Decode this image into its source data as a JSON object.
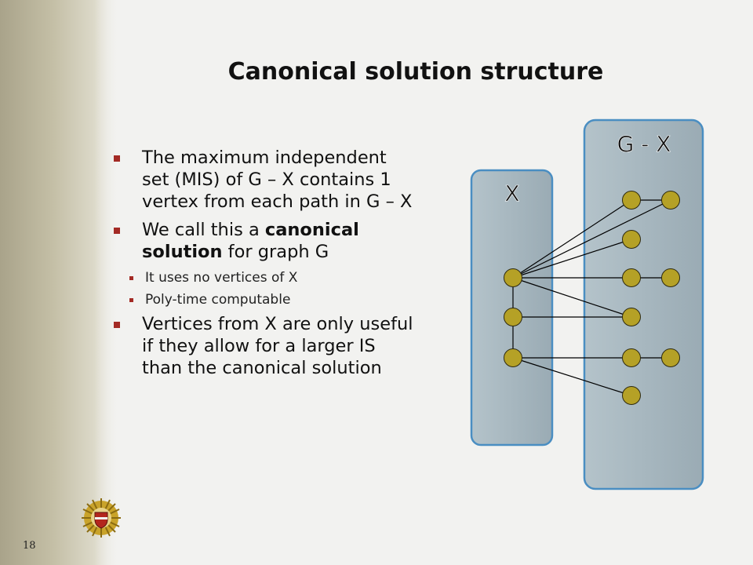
{
  "title": "Canonical solution structure",
  "bullets": {
    "b1": "The maximum independent set (MIS) of G – X contains 1 vertex from each path in G – X",
    "b2_pre": "We call this a ",
    "b2_bold1": "canonical solution",
    "b2_post": " for graph G",
    "sub1": "It uses no vertices of X",
    "sub2": "Poly-time computable",
    "b3": "Vertices from X are only useful if they allow for a larger IS than the canonical solution"
  },
  "diagram": {
    "x_label": "X",
    "gx_label": "G - X",
    "colors": {
      "box": "#a5b5bd",
      "box_edge": "#4a8ec2",
      "node": "#b5a126",
      "edge": "#000000"
    }
  },
  "page_number": "18"
}
